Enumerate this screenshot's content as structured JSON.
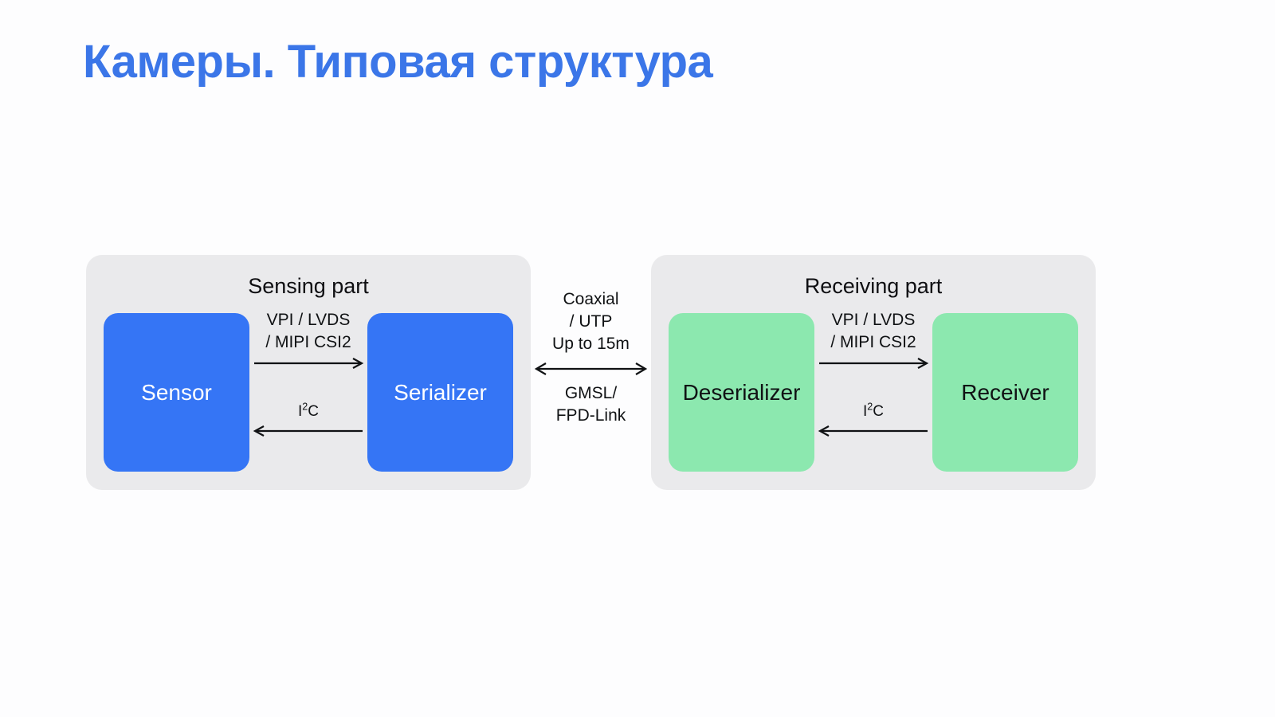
{
  "slide": {
    "title": "Камеры. Типовая структура",
    "title_color": "#3b76e8",
    "background_color": "#fdfdfe"
  },
  "diagram": {
    "panel_color": "#eaeaec",
    "panels": [
      {
        "id": "sensing",
        "title": "Sensing part",
        "node_color": "#3575f5",
        "node_text_color": "#ffffff",
        "left_node": "Sensor",
        "right_node": "Serializer",
        "forward_link": {
          "line1": "VPI / LVDS",
          "line2": "/ MIPI CSI2",
          "direction": "right"
        },
        "reverse_link": {
          "label": "I",
          "sup": "2",
          "label_tail": "C",
          "direction": "left"
        }
      },
      {
        "id": "receiving",
        "title": "Receiving part",
        "node_color": "#8ce8af",
        "node_text_color": "#101214",
        "left_node": "Deserializer",
        "right_node": "Receiver",
        "forward_link": {
          "line1": "VPI / LVDS",
          "line2": "/ MIPI CSI2",
          "direction": "right"
        },
        "reverse_link": {
          "label": "I",
          "sup": "2",
          "label_tail": "C",
          "direction": "left"
        }
      }
    ],
    "bus": {
      "above": [
        "Coaxial",
        "/ UTP",
        "Up to 15m"
      ],
      "below": [
        "GMSL/",
        "FPD-Link"
      ],
      "direction": "bidirectional"
    }
  }
}
